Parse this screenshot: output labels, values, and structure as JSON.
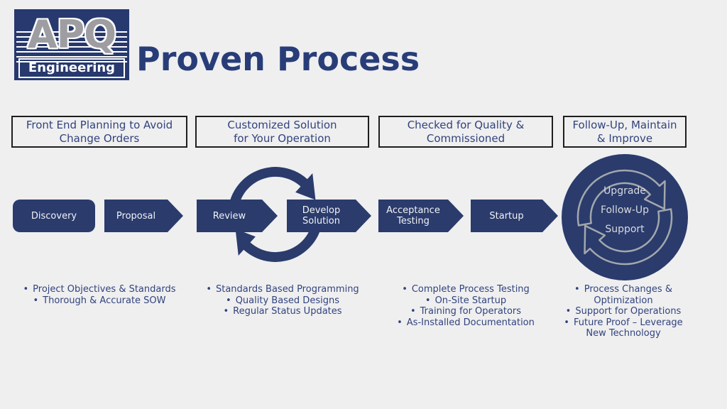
{
  "ui": {
    "bullet_char": "•"
  },
  "logo": {
    "acronym": "APQ",
    "subtitle": "Engineering"
  },
  "title": "Proven Process",
  "colors": {
    "background": "#efeff0",
    "navy": "#2a3b6c",
    "title_navy": "#283d78",
    "text_navy": "#31437d",
    "silver": "#a3a7ac",
    "box_border": "#1e1e1e",
    "white_text": "#f2f3f7"
  },
  "phases": [
    {
      "header_lines": [
        "Front End Planning to Avoid",
        "Change Orders"
      ],
      "bullets": [
        "Project Objectives & Standards",
        "Thorough & Accurate SOW"
      ]
    },
    {
      "header_lines": [
        "Customized Solution",
        "for Your Operation"
      ],
      "bullets": [
        "Standards Based Programming",
        "Quality Based Designs",
        "Regular Status Updates"
      ]
    },
    {
      "header_lines": [
        "Checked for Quality &",
        "Commissioned"
      ],
      "bullets": [
        "Complete Process Testing",
        "On-Site Startup",
        "Training for Operators",
        "As-Installed Documentation"
      ]
    },
    {
      "header_lines": [
        "Follow-Up, Maintain",
        "& Improve"
      ],
      "bullets": [
        "Process Changes & Optimization",
        "Support for Operations",
        "Future Proof – Leverage New Technology"
      ]
    }
  ],
  "flow": {
    "steps": [
      {
        "lines": [
          "Discovery"
        ]
      },
      {
        "lines": [
          "Proposal"
        ]
      },
      {
        "lines": [
          "Review"
        ]
      },
      {
        "lines": [
          "Develop",
          "Solution"
        ]
      },
      {
        "lines": [
          "Acceptance",
          "Testing"
        ]
      },
      {
        "lines": [
          "Startup"
        ]
      }
    ],
    "loop_labels": [
      "Upgrade",
      "Follow-Up",
      "Support"
    ]
  }
}
